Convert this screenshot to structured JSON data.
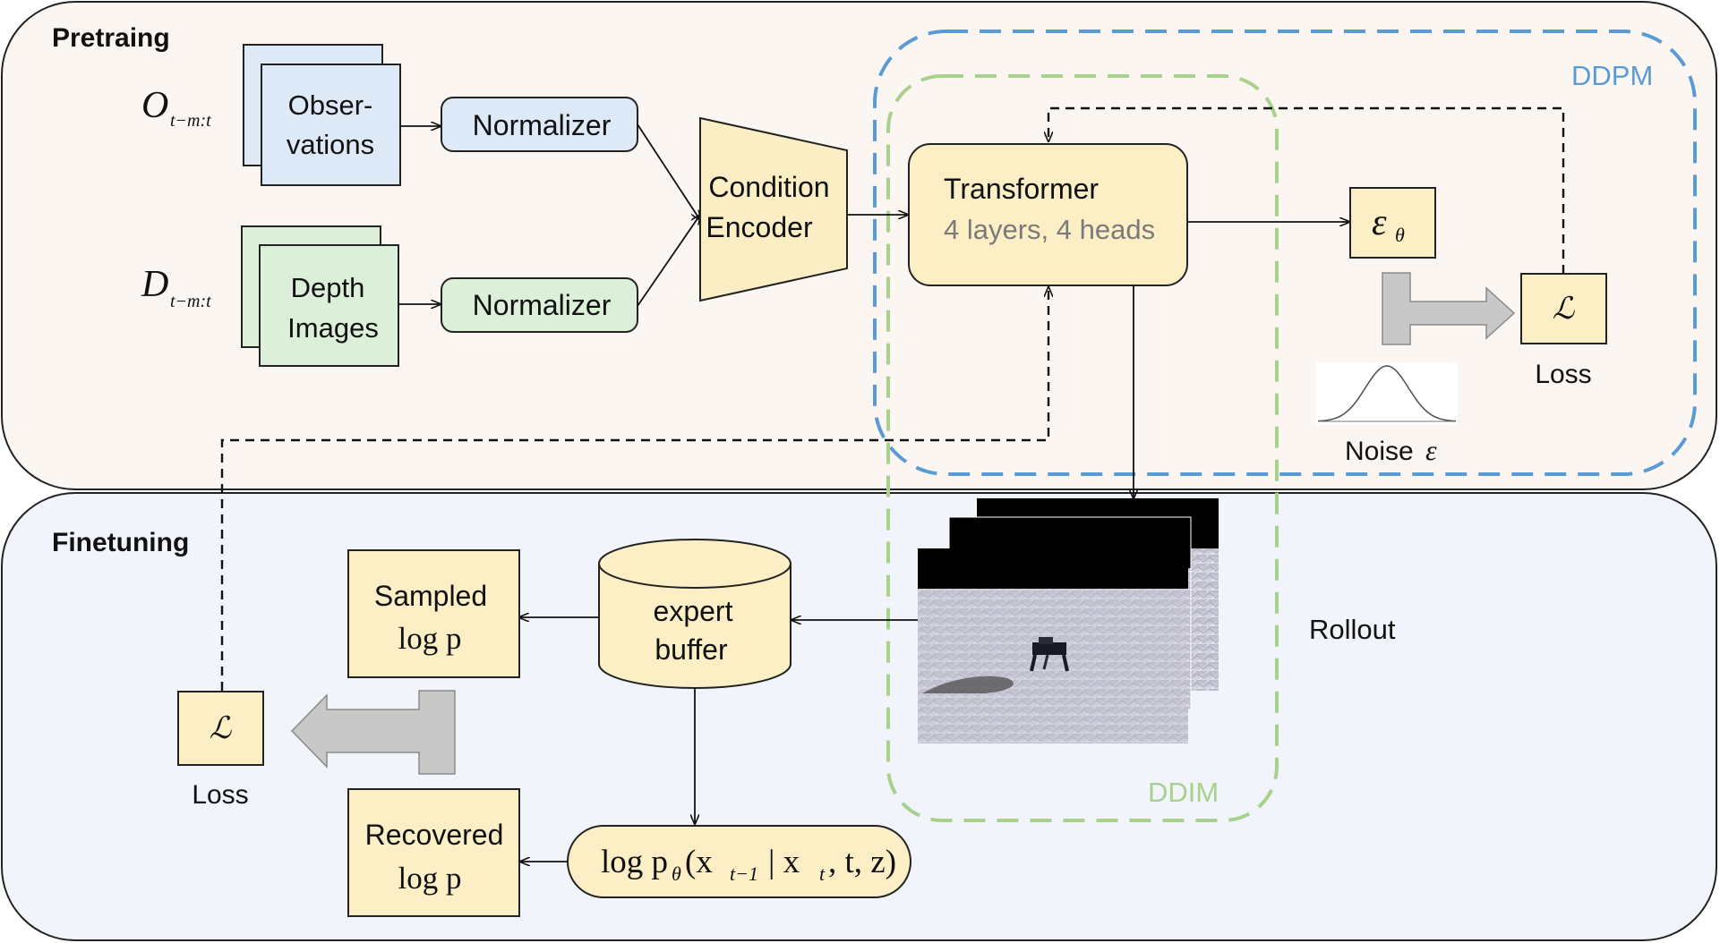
{
  "sections": {
    "pretraining": "Pretraing",
    "finetuning": "Finetuning"
  },
  "regions": {
    "ddpm": "DDPM",
    "ddim": "DDIM"
  },
  "inputs": {
    "obs_symbol": "O",
    "obs_sub": "t−m:t",
    "obs_line1": "Obser-",
    "obs_line2": "vations",
    "depth_symbol": "D",
    "depth_sub": "t−m:t",
    "depth_line1": "Depth",
    "depth_line2": "Images"
  },
  "normalizer": "Normalizer",
  "encoder": {
    "line1": "Condition",
    "line2": "Encoder"
  },
  "transformer": {
    "title": "Transformer",
    "detail": "4 layers, 4 heads"
  },
  "eps_theta": {
    "symbol": "ε",
    "sub": "θ"
  },
  "loss_symbol": "ℒ",
  "loss_label": "Loss",
  "noise": {
    "label": "Noise",
    "symbol": "ε"
  },
  "rollout": "Rollout",
  "buffer": {
    "line1": "expert",
    "line2": "buffer"
  },
  "sampled": {
    "line1": "Sampled",
    "line2": "log p"
  },
  "recovered": {
    "line1": "Recovered",
    "line2": "log p"
  },
  "logprob_formula": "log p",
  "logprob_theta": "θ",
  "logprob_args": "(x",
  "logprob_sub1": "t−1",
  "logprob_mid": " | x",
  "logprob_sub2": "t",
  "logprob_end": ", t, z)",
  "colors": {
    "pretrain_bg": "#fcf6f2",
    "finetune_bg": "#f1f4fb",
    "obs_fill": "#dde9f7",
    "depth_fill": "#dcefd8",
    "encoder_fill": "#fbeec4",
    "transformer_fill": "#fcefc6",
    "ddpm_border": "#5b9bd5",
    "ddim_border": "#a9d18e",
    "grey_arrow": "#c8c8c8"
  }
}
